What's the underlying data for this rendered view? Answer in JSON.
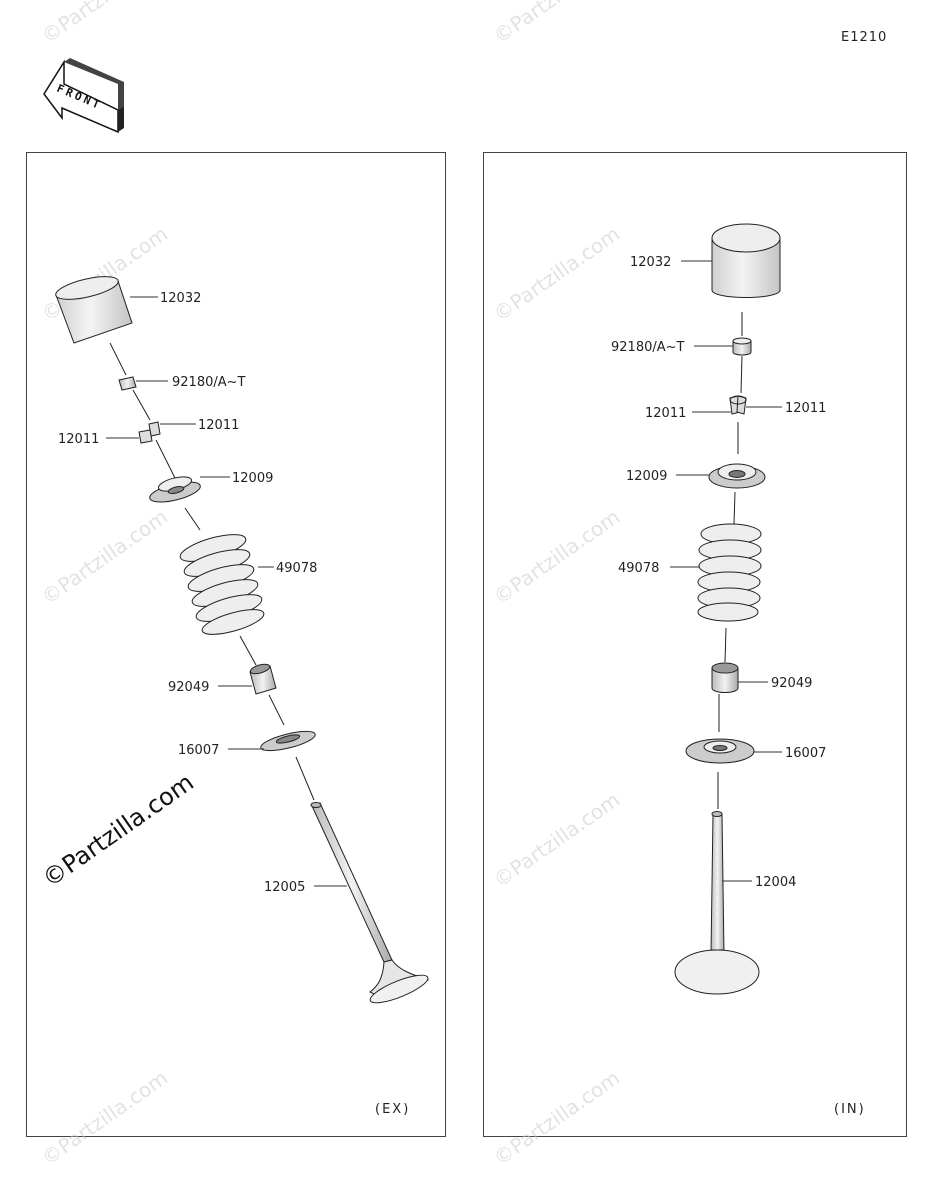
{
  "diagram_code": "E1210",
  "front_label": "FRONT",
  "watermark": "©Partzilla.com",
  "panels": {
    "exhaust": {
      "caption": "(EX)",
      "labels": {
        "tappet": "12032",
        "shim": "92180/A~T",
        "cotter_right": "12011",
        "cotter_left": "12011",
        "retainer": "12009",
        "spring": "49078",
        "seal": "92049",
        "seat": "16007",
        "valve": "12005"
      }
    },
    "intake": {
      "caption": "(IN)",
      "labels": {
        "tappet": "12032",
        "shim": "92180/A~T",
        "cotter_left": "12011",
        "cotter_right": "12011",
        "retainer": "12009",
        "spring": "49078",
        "seal": "92049",
        "seat": "16007",
        "valve": "12004"
      }
    }
  }
}
